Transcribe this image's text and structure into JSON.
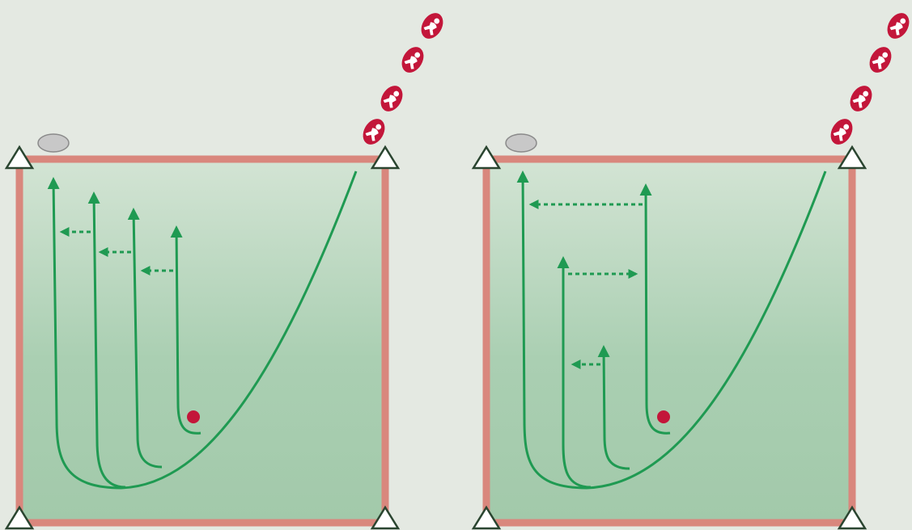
{
  "colors": {
    "background": "#e4e9e2",
    "field_fill": "#a9cdb0",
    "field_border": "#d9877d",
    "path_line": "#1f9a52",
    "ball": "#c3163a",
    "player_badge": "#c3163a",
    "cone_fill": "#ffffff",
    "cone_stroke": "#2a4530",
    "puck": "#bdbdbd"
  },
  "diagrams": [
    {
      "id": "left",
      "icons": [
        "cone-icon",
        "puck-icon",
        "player-icon",
        "ball-icon",
        "arrow-icon"
      ],
      "player_count": 4,
      "side_passes": 3
    },
    {
      "id": "right",
      "icons": [
        "cone-icon",
        "puck-icon",
        "player-icon",
        "ball-icon",
        "arrow-icon"
      ],
      "player_count": 4,
      "side_passes": 3
    }
  ]
}
